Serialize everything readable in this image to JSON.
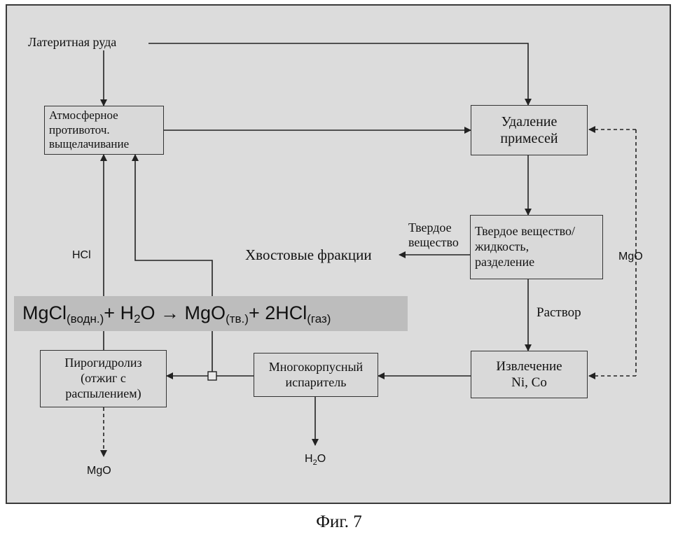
{
  "diagram": {
    "source_label": "Латеритная руда",
    "nodes": {
      "leaching": "Атмосферное\nпротивоточ.\nвыщелачивание",
      "impurity_removal": "Удаление\nпримесей",
      "solid_liquid_separation": "Твердое вещество/\nжидкость,\nразделение",
      "ni_co_extraction": "Извлечение\nNi, Co",
      "multi_effect_evaporator": "Многокорпусный\nиспаритель",
      "pyrohydrolysis": "Пирогидролиз\n(отжиг с\nраспылением)"
    },
    "labels": {
      "solid": "Твердое\nвещество",
      "tailings": "Хвостовые фракции",
      "solution": "Раствор",
      "mgo_recycle": "MgO",
      "hcl": "HCl",
      "mgo_out": "MgO",
      "water_out": "H",
      "water_out_sub": "2",
      "water_out_tail": "O"
    },
    "equation": {
      "p1": "MgCl",
      "s1": "(водн.)",
      "p2": "+ H",
      "s2": "2",
      "p3": "O → MgO",
      "s3": "(тв.)",
      "p4": "+ 2HCl",
      "s4": "(газ)"
    }
  },
  "caption": "Фиг. 7"
}
